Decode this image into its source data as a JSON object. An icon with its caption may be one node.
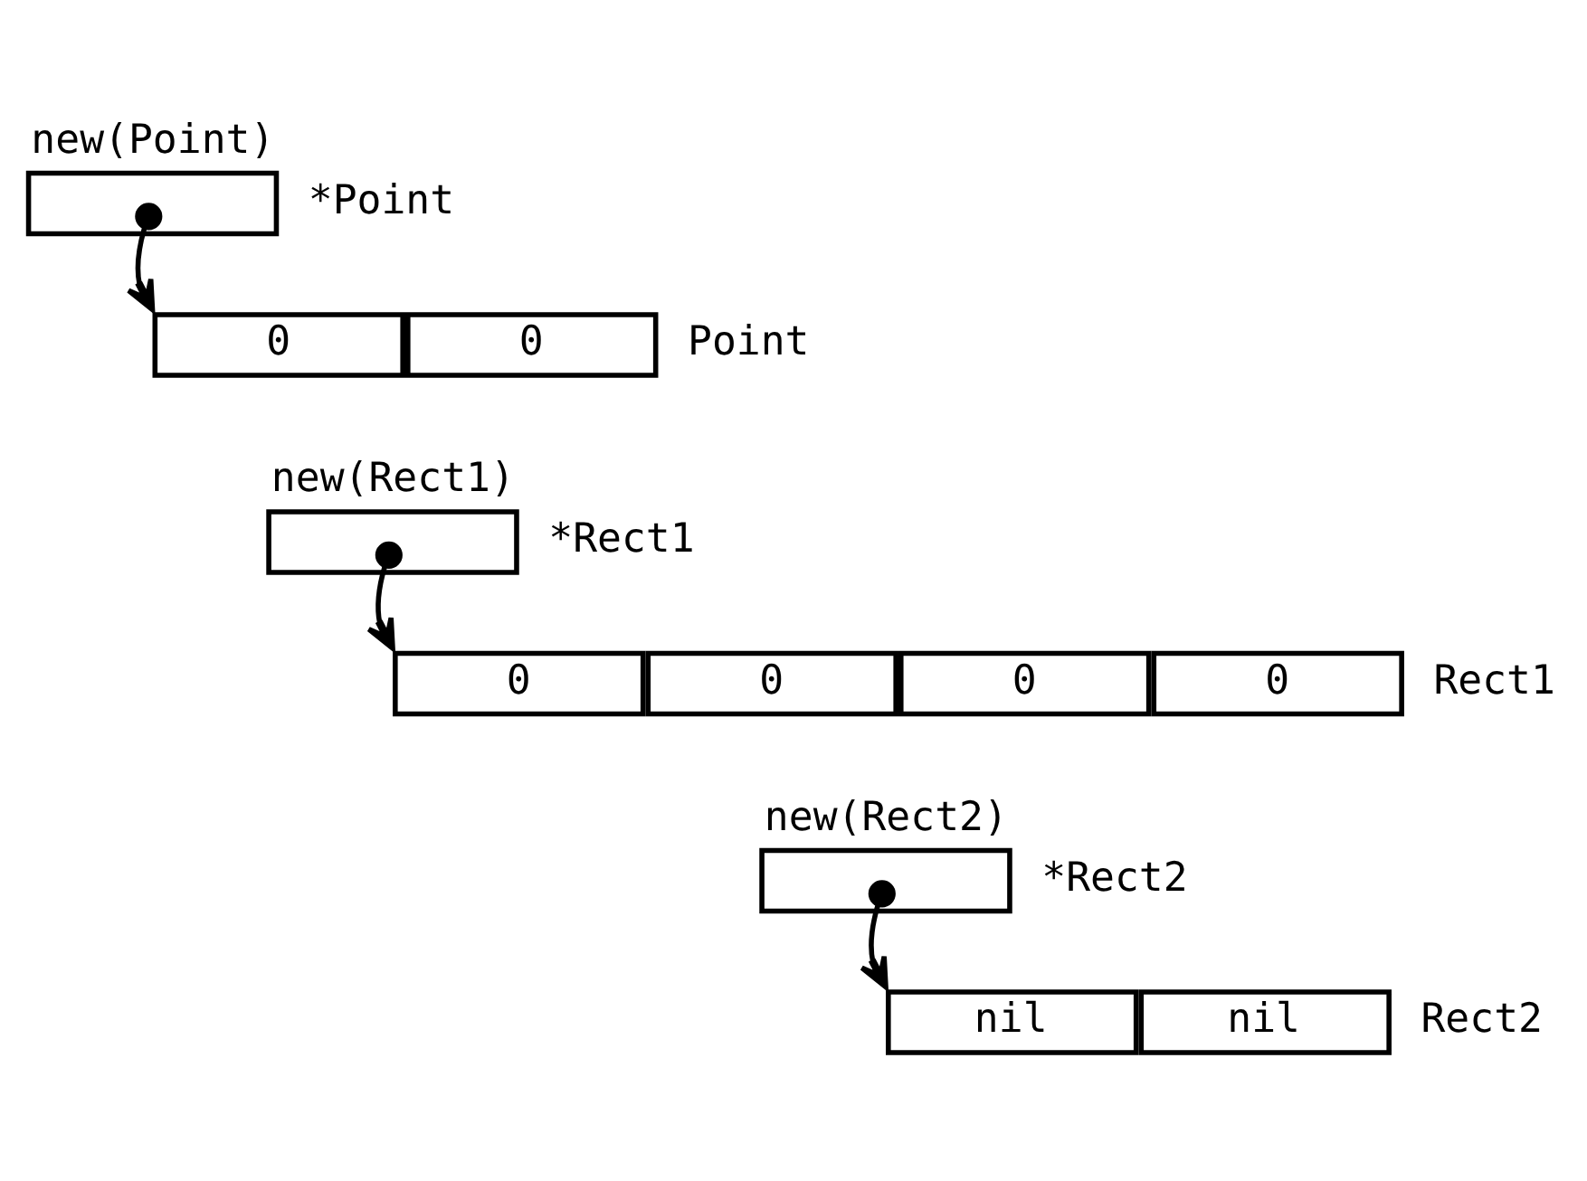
{
  "diagram": {
    "nodes": [
      {
        "text": [],
        "shape": "box",
        "beside": [
          "new(Point)",
          "*Point"
        ]
      },
      {
        "text": [
          "0",
          "0"
        ],
        "beside": [
          "Point"
        ]
      },
      {
        "text": [],
        "shape": "box",
        "beside": [
          "new(Rect1)",
          "*Rect1"
        ]
      },
      {
        "text": [
          "0",
          "0",
          "0",
          "0"
        ],
        "beside": [
          "Rect1"
        ]
      },
      {
        "text": [],
        "shape": "box",
        "beside": [
          "new(Rect2)",
          "*Rect2"
        ]
      },
      {
        "text": [
          "nil",
          "nil"
        ],
        "beside": [
          "Rect2"
        ]
      }
    ],
    "edges": [
      {
        "from": 0,
        "to": 1,
        "arrow": "to"
      },
      {
        "from": 2,
        "to": 3,
        "arrow": "to"
      },
      {
        "from": 4,
        "to": 5,
        "arrow": "to"
      }
    ]
  }
}
